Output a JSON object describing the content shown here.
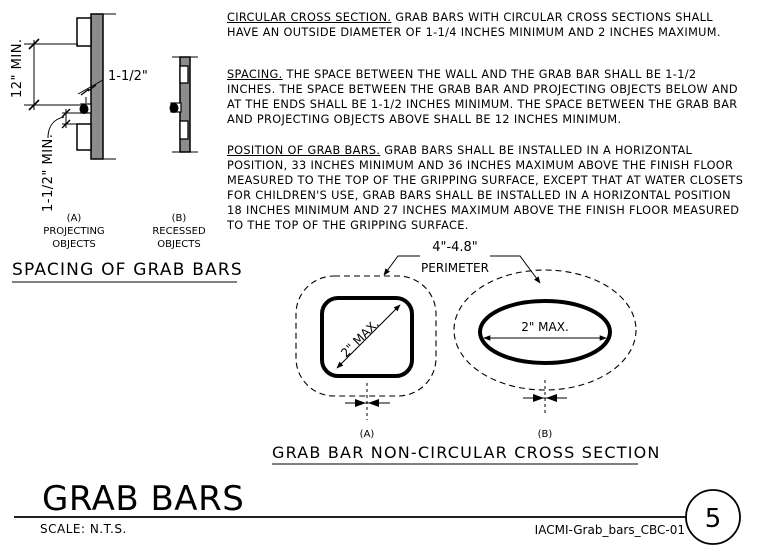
{
  "spacing_figure": {
    "title": "SPACING OF GRAB BARS",
    "dim_12_min": "12\" MIN.",
    "dim_1_5": "1-1/2\"",
    "dim_1_5_min": "1-1/2\" MIN.",
    "a_letter": "(A)",
    "a_line1": "PROJECTING",
    "a_line2": "OBJECTS",
    "b_letter": "(B)",
    "b_line1": "RECESSED",
    "b_line2": "OBJECTS"
  },
  "notes": [
    {
      "heading": "CIRCULAR CROSS SECTION.",
      "text": " GRAB BARS WITH CIRCULAR CROSS SECTIONS SHALL HAVE AN OUTSIDE DIAMETER OF 1-1/4 INCHES MINIMUM AND 2 INCHES MAXIMUM."
    },
    {
      "heading": "SPACING.",
      "text": " THE SPACE BETWEEN THE WALL AND THE GRAB BAR SHALL BE 1-1/2 INCHES. THE SPACE BETWEEN THE GRAB BAR AND PROJECTING OBJECTS BELOW AND AT THE ENDS SHALL BE 1-1/2 INCHES MINIMUM. THE SPACE BETWEEN THE GRAB BAR AND PROJECTING OBJECTS ABOVE SHALL BE 12 INCHES MINIMUM."
    },
    {
      "heading": "POSITION OF GRAB BARS.",
      "text": " GRAB BARS SHALL BE INSTALLED IN A HORIZONTAL POSITION, 33 INCHES MINIMUM AND 36 INCHES MAXIMUM ABOVE THE FINISH FLOOR MEASURED TO THE TOP OF THE GRIPPING SURFACE, EXCEPT THAT AT WATER CLOSETS FOR CHILDREN'S USE, GRAB BARS SHALL BE INSTALLED IN A HORIZONTAL POSITION 18 INCHES MINIMUM AND 27 INCHES MAXIMUM ABOVE THE FINISH FLOOR MEASURED TO THE TOP OF THE GRIPPING SURFACE."
    }
  ],
  "cross_section_figure": {
    "title": "GRAB BAR NON-CIRCULAR CROSS SECTION",
    "perimeter_dim": "4\"-4.8\"",
    "perimeter_label": "PERIMETER",
    "a_max": "2\" MAX.",
    "b_max": "2\" MAX.",
    "a_letter": "(A)",
    "b_letter": "(B)"
  },
  "title_block": {
    "title": "GRAB BARS",
    "scale": "SCALE:  N.T.S.",
    "code": "IACMI-Grab_bars_CBC-01",
    "sheet_number": "5"
  }
}
